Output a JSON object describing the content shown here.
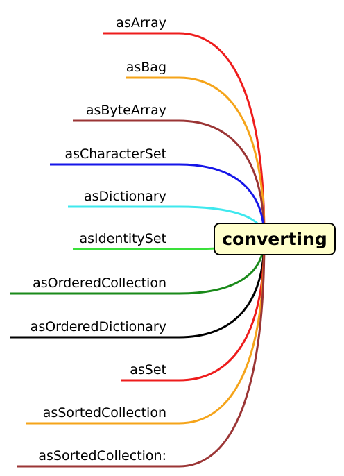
{
  "center": {
    "label": "converting"
  },
  "branches": [
    {
      "label": "asArray",
      "color": "#ee1c1c"
    },
    {
      "label": "asBag",
      "color": "#f5a41a"
    },
    {
      "label": "asByteArray",
      "color": "#9b3535"
    },
    {
      "label": "asCharacterSet",
      "color": "#1616e8"
    },
    {
      "label": "asDictionary",
      "color": "#3fe8ee"
    },
    {
      "label": "asIdentitySet",
      "color": "#3ae03a"
    },
    {
      "label": "asOrderedCollection",
      "color": "#1a8a1a"
    },
    {
      "label": "asOrderedDictionary",
      "color": "#000000"
    },
    {
      "label": "asSet",
      "color": "#ee1c1c"
    },
    {
      "label": "asSortedCollection",
      "color": "#f5a41a"
    },
    {
      "label": "asSortedCollection:",
      "color": "#9b3535"
    }
  ],
  "colors": {
    "center_fill": "#ffffcc",
    "center_border": "#000000"
  }
}
